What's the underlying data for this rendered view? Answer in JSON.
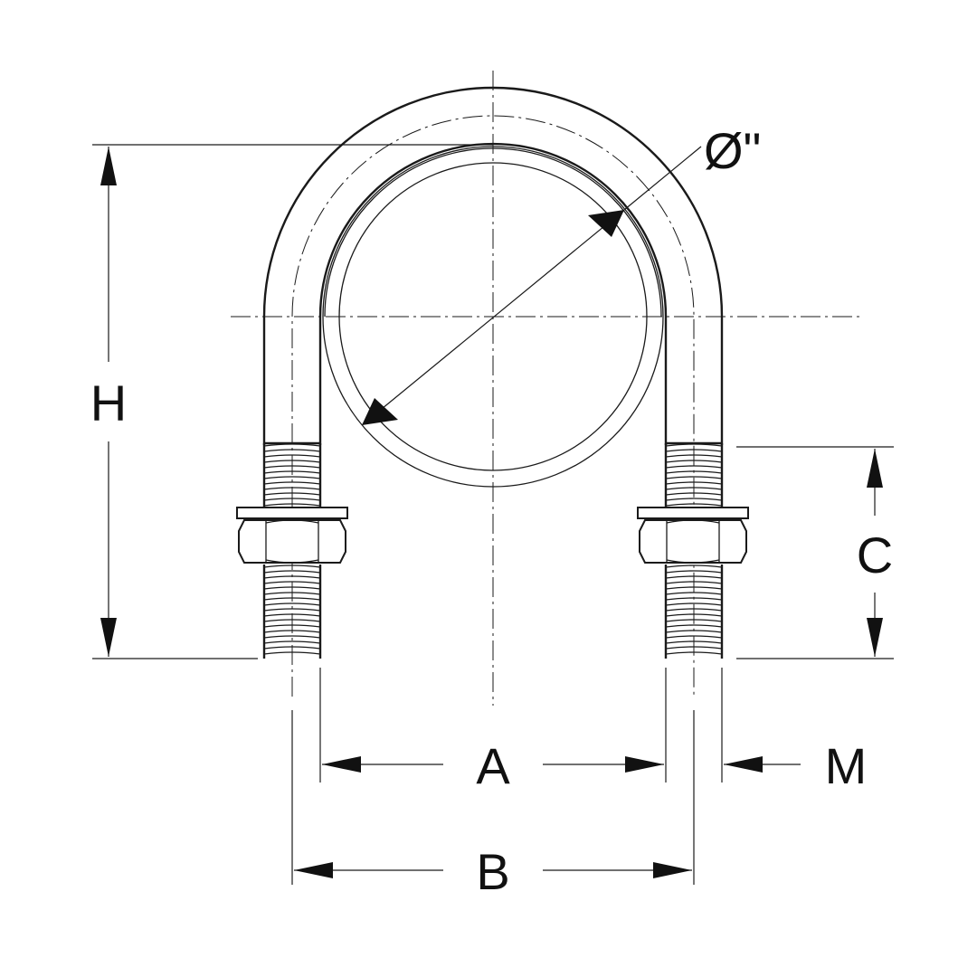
{
  "diagram": {
    "labels": {
      "diameter": "Ø\"",
      "height": "H",
      "thread_length": "C",
      "inner_width": "A",
      "center_width": "B",
      "thread_size": "M"
    },
    "colors": {
      "line": "#1a1a1a",
      "background": "#ffffff"
    }
  }
}
